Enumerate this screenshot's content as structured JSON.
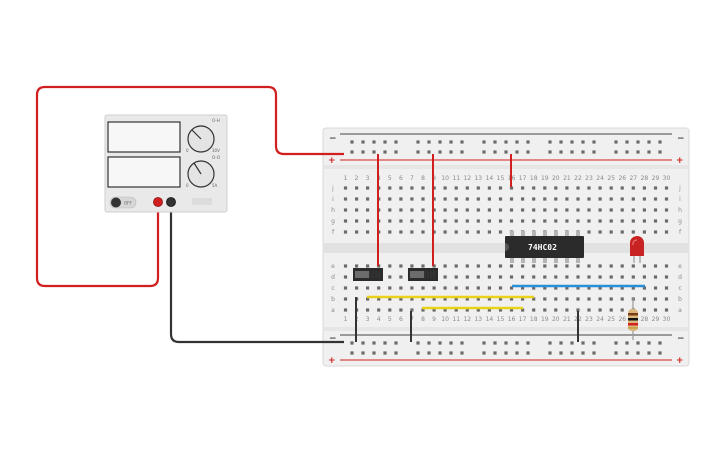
{
  "chip": {
    "label": "74HC02"
  },
  "power_supply": {
    "switch_label": "OFF",
    "knob1_min": "0",
    "knob1_max": "30V",
    "knob1_top": "O-H",
    "knob2_min": "0",
    "knob2_max": "5A",
    "knob2_top": "O-O"
  },
  "breadboard": {
    "plus_label": "+",
    "minus_label": "−",
    "upper_rows": [
      "j",
      "i",
      "h",
      "g",
      "f"
    ],
    "lower_rows": [
      "e",
      "d",
      "c",
      "b",
      "a"
    ],
    "columns": [
      "1",
      "2",
      "3",
      "4",
      "5",
      "6",
      "7",
      "8",
      "9",
      "10",
      "11",
      "12",
      "13",
      "14",
      "15",
      "16",
      "17",
      "18",
      "19",
      "20",
      "21",
      "22",
      "23",
      "24",
      "25",
      "26",
      "27",
      "28",
      "29",
      "30"
    ]
  },
  "colors": {
    "wire_red": "#d11f1f",
    "wire_black": "#333333",
    "wire_yellow": "#e8d21a",
    "wire_blue": "#2a8fd6",
    "led_red": "#c92222",
    "chip_body": "#2b2b2b",
    "board": "#f2f2f2"
  }
}
